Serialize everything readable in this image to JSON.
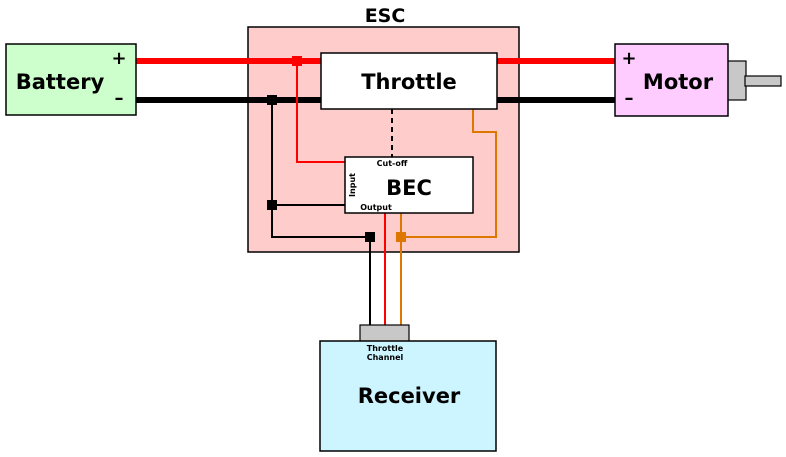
{
  "esc": {
    "label": "ESC",
    "color": "#ffcccc"
  },
  "battery": {
    "label": "Battery",
    "plus": "+",
    "minus": "–",
    "color": "#ccffcc"
  },
  "motor": {
    "label": "Motor",
    "plus": "+",
    "minus": "–",
    "color": "#ffccff"
  },
  "throttle": {
    "label": "Throttle"
  },
  "bec": {
    "label": "BEC",
    "cutoff": "Cut-off",
    "input": "Input",
    "output": "Output"
  },
  "receiver": {
    "label": "Receiver",
    "channel_line1": "Throttle",
    "channel_line2": "Channel",
    "color": "#ccf5ff"
  },
  "colors": {
    "positive": "#ff0000",
    "negative": "#000000",
    "signal": "#dd7700",
    "connector": "#c8c8c8"
  }
}
